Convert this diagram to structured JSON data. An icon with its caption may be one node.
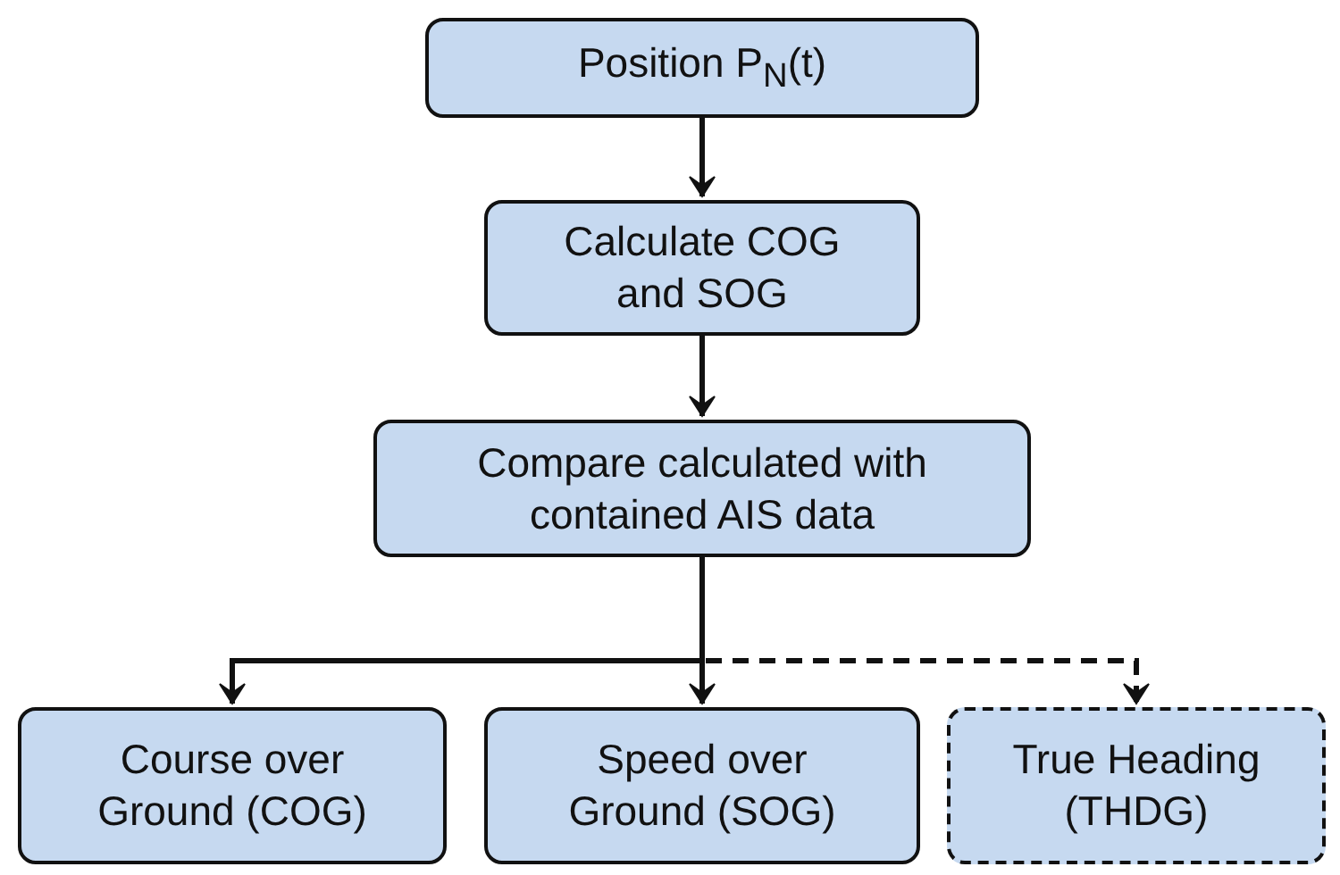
{
  "diagram": {
    "nodes": [
      {
        "text": [
          "Position P$_{N}$(t)"
        ]
      },
      {
        "text": [
          "Calculate COG and SOG"
        ]
      },
      {
        "text": [
          "Compare calculated with contained AIS data"
        ]
      },
      {
        "text": [
          "Course over Ground (COG)"
        ]
      },
      {
        "text": [
          "Speed over Ground (SOG)"
        ]
      },
      {
        "text": [
          "True Heading (THDG)"
        ]
      }
    ],
    "edges": [
      {
        "from": 0,
        "to": 1,
        "arrow": "to"
      },
      {
        "from": 1,
        "to": 2,
        "arrow": "to"
      },
      {
        "from": 2,
        "to": 3,
        "arrow": "to"
      },
      {
        "from": 2,
        "to": 4,
        "arrow": "to"
      },
      {
        "from": 2,
        "to": 5,
        "arrow": "to",
        "style": "dashed"
      }
    ]
  }
}
